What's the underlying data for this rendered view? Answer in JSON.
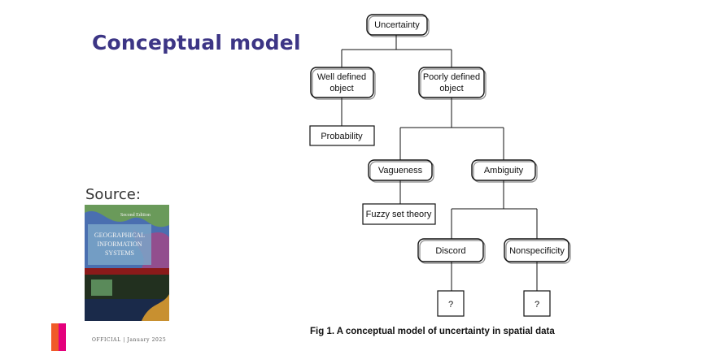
{
  "slide": {
    "title": "Conceptual model",
    "source_label": "Source:",
    "footer": "OFFICIAL | January 2025"
  },
  "book_cover": {
    "title_lines": [
      "GEOGRAPHICAL",
      "INFORMATION",
      "SYSTEMS"
    ],
    "edition": "Second Edition",
    "colors": {
      "top": "#4a6fb0",
      "band": "#8b1a1a",
      "bottom": "#1e2e22",
      "text": "#f2f2f2"
    }
  },
  "diagram": {
    "nodes": {
      "uncertainty": [
        "Uncertainty"
      ],
      "well_defined": [
        "Well defined",
        "object"
      ],
      "poorly_defined": [
        "Poorly defined",
        "object"
      ],
      "probability": [
        "Probability"
      ],
      "vagueness": [
        "Vagueness"
      ],
      "ambiguity": [
        "Ambiguity"
      ],
      "fuzzy": [
        "Fuzzy set theory"
      ],
      "discord": [
        "Discord"
      ],
      "nonspecificity": [
        "Nonspecificity"
      ],
      "q1": [
        "?"
      ],
      "q2": [
        "?"
      ]
    },
    "caption": "Fig 1.  A conceptual model of uncertainty in spatial data"
  },
  "colors": {
    "title": "#3c3585",
    "accent_orange": "#f05a28",
    "accent_magenta": "#e4007c"
  }
}
